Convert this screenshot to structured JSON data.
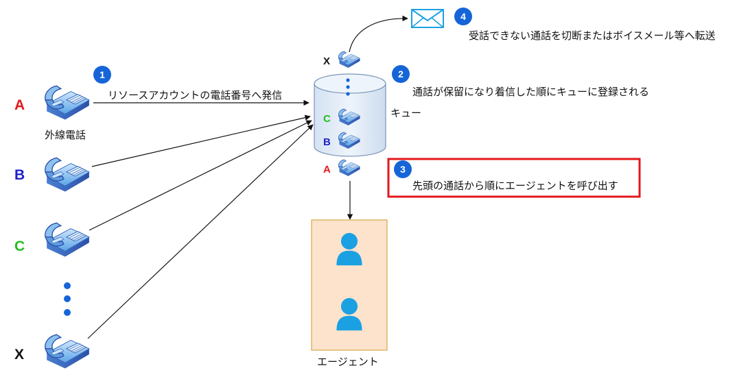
{
  "callers": [
    {
      "letter": "A",
      "color": "#e3171b"
    },
    {
      "letter": "B",
      "color": "#1d22c8"
    },
    {
      "letter": "C",
      "color": "#1fbf1f"
    },
    {
      "letter": "X",
      "color": "#111111"
    }
  ],
  "labels": {
    "external_phone": "外線電話",
    "queue": "キュー",
    "agent": "エージェント"
  },
  "steps": [
    {
      "number": "1",
      "text": "リソースアカウントの電話番号へ発信"
    },
    {
      "number": "2",
      "text": "通話が保留になり着信した順にキューに登録される"
    },
    {
      "number": "3",
      "text": "先頭の通話から順にエージェントを呼び出す"
    },
    {
      "number": "4",
      "text": "受話できない通話を切断またはボイスメール等へ転送"
    }
  ],
  "queue_items": [
    {
      "letter": "C",
      "color": "#1fbf1f"
    },
    {
      "letter": "B",
      "color": "#1d22c8"
    }
  ],
  "dispatched": {
    "letter": "A",
    "color": "#e3171b"
  },
  "overflow": {
    "letter": "X",
    "color": "#111111"
  },
  "colors": {
    "badge": "#1565d8",
    "highlight_border": "#e3171b",
    "agent_box_fill": "#fde3cc",
    "agent_box_border": "#d6a84a",
    "person": "#1ba1e2",
    "queue_fill": "#dfeaf6",
    "queue_stroke": "#7a94b8",
    "dots": "#1565d8"
  },
  "icons": {
    "phone": "desk-phone-icon",
    "mail": "envelope-icon",
    "person": "user-icon",
    "queue": "cylinder-queue-icon"
  }
}
